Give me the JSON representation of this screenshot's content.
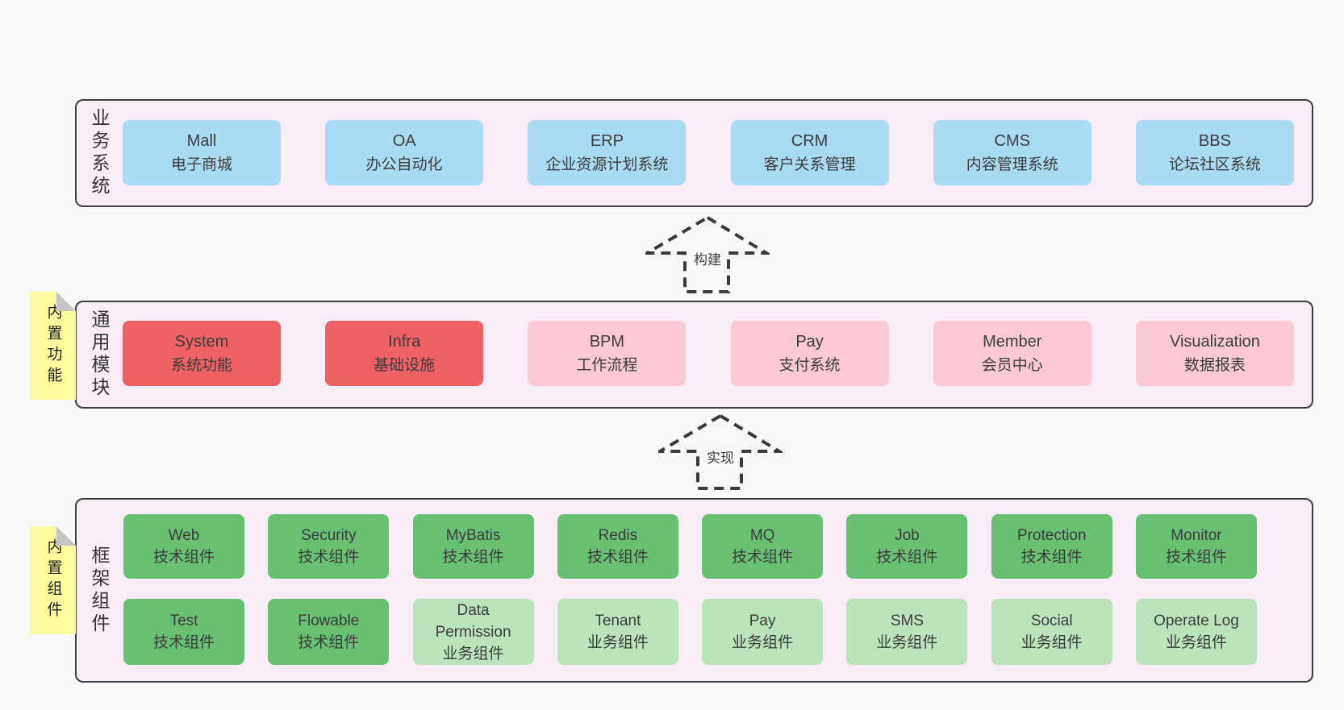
{
  "colors": {
    "page_bg": "#f8f8f8",
    "panel_bg": "#f8ecf6",
    "panel_border": "#3f3f3f",
    "blue_box": "#aadbf5",
    "red_box": "#ee6164",
    "pink_box": "#fbc9d3",
    "green_box": "#68c172",
    "light_green_box": "#bae5bb",
    "sticky_bg": "#fcfb9e",
    "sticky_fold": "#c5c5c5"
  },
  "arrows": [
    {
      "label": "构建"
    },
    {
      "label": "实现"
    }
  ],
  "layers": [
    {
      "label": "业务系统",
      "boxes": [
        {
          "name": "Mall",
          "subtitle": "电子商城",
          "type": "blue"
        },
        {
          "name": "OA",
          "subtitle": "办公自动化",
          "type": "blue"
        },
        {
          "name": "ERP",
          "subtitle": "企业资源计划系统",
          "type": "blue"
        },
        {
          "name": "CRM",
          "subtitle": "客户关系管理",
          "type": "blue"
        },
        {
          "name": "CMS",
          "subtitle": "内容管理系统",
          "type": "blue"
        },
        {
          "name": "BBS",
          "subtitle": "论坛社区系统",
          "type": "blue"
        }
      ]
    },
    {
      "label": "通用模块",
      "sticky": "内置功能",
      "boxes": [
        {
          "name": "System",
          "subtitle": "系统功能",
          "type": "red"
        },
        {
          "name": "Infra",
          "subtitle": "基础设施",
          "type": "red"
        },
        {
          "name": "BPM",
          "subtitle": "工作流程",
          "type": "pink"
        },
        {
          "name": "Pay",
          "subtitle": "支付系统",
          "type": "pink"
        },
        {
          "name": "Member",
          "subtitle": "会员中心",
          "type": "pink"
        },
        {
          "name": "Visualization",
          "subtitle": "数据报表",
          "type": "pink"
        }
      ]
    },
    {
      "label": "框架组件",
      "sticky": "内置组件",
      "rows": [
        [
          {
            "name": "Web",
            "subtitle": "技术组件",
            "type": "green"
          },
          {
            "name": "Security",
            "subtitle": "技术组件",
            "type": "green"
          },
          {
            "name": "MyBatis",
            "subtitle": "技术组件",
            "type": "green"
          },
          {
            "name": "Redis",
            "subtitle": "技术组件",
            "type": "green"
          },
          {
            "name": "MQ",
            "subtitle": "技术组件",
            "type": "green"
          },
          {
            "name": "Job",
            "subtitle": "技术组件",
            "type": "green"
          },
          {
            "name": "Protection",
            "subtitle": "技术组件",
            "type": "green"
          },
          {
            "name": "Monitor",
            "subtitle": "技术组件",
            "type": "green"
          }
        ],
        [
          {
            "name": "Test",
            "subtitle": "技术组件",
            "type": "green"
          },
          {
            "name": "Flowable",
            "subtitle": "技术组件",
            "type": "green"
          },
          {
            "name": "Data Permission",
            "subtitle": "业务组件",
            "type": "light-green"
          },
          {
            "name": "Tenant",
            "subtitle": "业务组件",
            "type": "light-green"
          },
          {
            "name": "Pay",
            "subtitle": "业务组件",
            "type": "light-green"
          },
          {
            "name": "SMS",
            "subtitle": "业务组件",
            "type": "light-green"
          },
          {
            "name": "Social",
            "subtitle": "业务组件",
            "type": "light-green"
          },
          {
            "name": "Operate Log",
            "subtitle": "业务组件",
            "type": "light-green"
          }
        ]
      ]
    }
  ]
}
